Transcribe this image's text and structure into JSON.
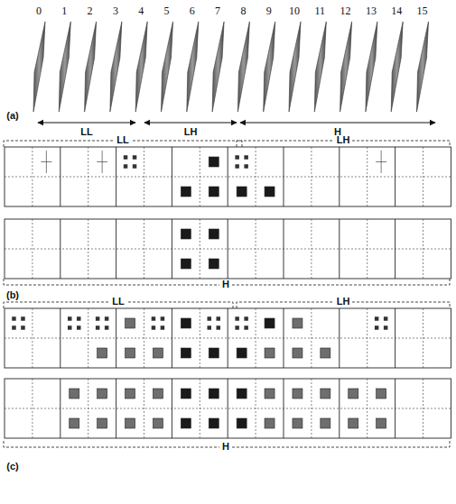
{
  "diagram": {
    "labels": [
      "0",
      "1",
      "2",
      "3",
      "4",
      "5",
      "6",
      "7",
      "8",
      "9",
      "10",
      "11",
      "12",
      "13",
      "14",
      "15",
      "LL",
      "LH",
      "H",
      "(a)",
      "LL",
      "LH",
      "H",
      "(b)",
      "LL",
      "LH",
      "H",
      "(c)"
    ]
  }
}
